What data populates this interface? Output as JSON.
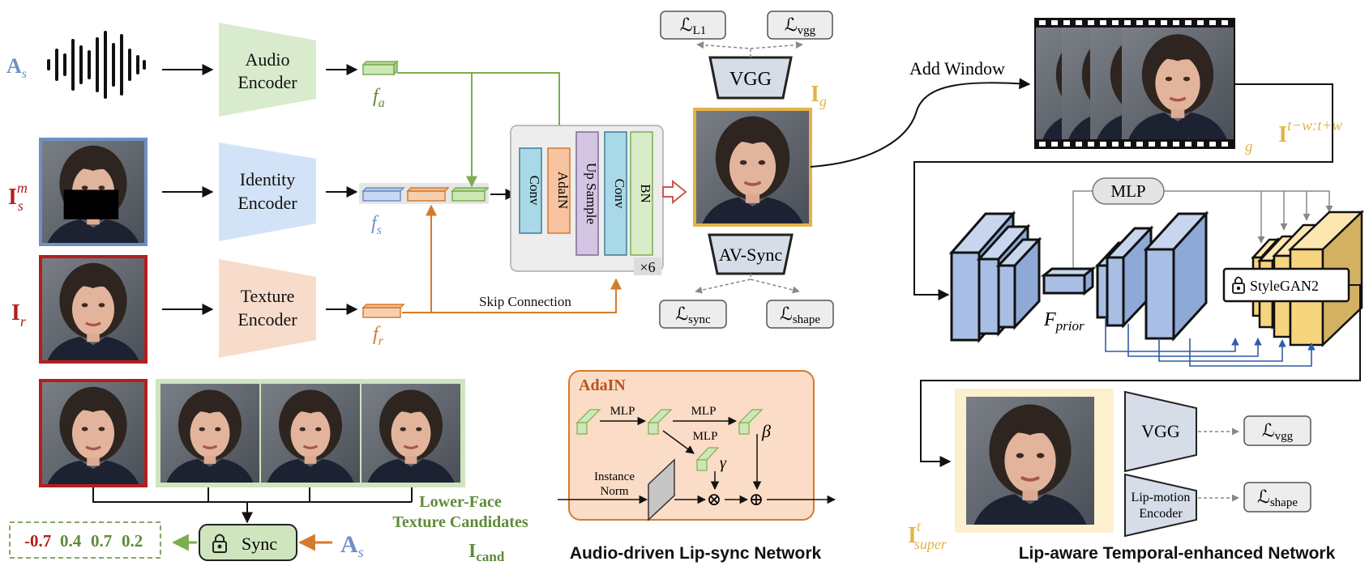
{
  "colors": {
    "blue": "#6f8fc4",
    "red": "#b41e1e",
    "green": "#7cae4e",
    "orange": "#d67a2c",
    "gold": "#e3b34a",
    "dark_green": "#5e8a3a"
  },
  "inputs": {
    "audio_label": {
      "main": "A",
      "sub": "s"
    },
    "masked_label": {
      "main": "I",
      "sup": "m",
      "sub": "s"
    },
    "ref_label": {
      "main": "I",
      "sub": "r"
    }
  },
  "encoders": {
    "audio": [
      "Audio",
      "Encoder"
    ],
    "identity": [
      "Identity",
      "Encoder"
    ],
    "texture": [
      "Texture",
      "Encoder"
    ]
  },
  "features": {
    "fa": {
      "main": "f",
      "sub": "a"
    },
    "fs": {
      "main": "f",
      "sub": "s"
    },
    "fr": {
      "main": "f",
      "sub": "r"
    }
  },
  "decoder": {
    "blocks": [
      "Conv",
      "AdaIN",
      "Up Sample",
      "Conv",
      "BN"
    ],
    "repeat": "×6",
    "skip_connection": "Skip Connection"
  },
  "stage1": {
    "output_label": {
      "main": "I",
      "sub": "g"
    },
    "vgg": "VGG",
    "avsync": "AV-Sync",
    "losses": [
      {
        "main": "ℒ",
        "sub": "L1"
      },
      {
        "main": "ℒ",
        "sub": "vgg"
      },
      {
        "main": "ℒ",
        "sub": "sync"
      },
      {
        "main": "ℒ",
        "sub": "shape"
      }
    ],
    "title": "Audio-driven Lip-sync Network"
  },
  "adain": {
    "title": "AdaIN",
    "mlp": "MLP",
    "instance_norm": [
      "Instance",
      "Norm"
    ],
    "gamma": "γ",
    "beta": "β",
    "times": "⊗",
    "plus": "⊕"
  },
  "candidates": {
    "scores": [
      "-0.7",
      "0.4",
      "0.7",
      "0.2"
    ],
    "sync": "Sync",
    "audio_label": {
      "main": "A",
      "sub": "s"
    },
    "caption": [
      "Lower-Face",
      "Texture Candidates"
    ],
    "cand_label": {
      "main": "I",
      "sub": "cand"
    }
  },
  "stage2": {
    "add_window": "Add Window",
    "window_label": {
      "main": "I",
      "sub": "g",
      "sup": "t−w:t+w"
    },
    "mlp": "MLP",
    "f_prior": {
      "main": "F",
      "sub": "prior"
    },
    "stylegan": "StyleGAN2",
    "vgg": "VGG",
    "lip_encoder": [
      "Lip-motion",
      "Encoder"
    ],
    "losses": [
      {
        "main": "ℒ",
        "sub": "vgg"
      },
      {
        "main": "ℒ",
        "sub": "shape"
      }
    ],
    "super_label": {
      "main": "I",
      "sub": "super",
      "sup": "t"
    },
    "title": "Lip-aware Temporal-enhanced Network"
  },
  "icons": [
    "audio-waveform-icon",
    "face-image-icon",
    "lock-icon"
  ]
}
